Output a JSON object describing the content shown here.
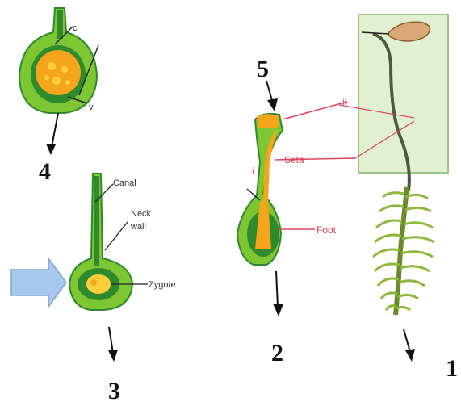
{
  "numbers": {
    "n1": "1",
    "n2": "2",
    "n3": "3",
    "n4": "4",
    "n5": "5"
  },
  "stage4_labels": {
    "c": "c",
    "v": "v"
  },
  "stage3_labels": {
    "canal": "Canal",
    "neck_wall": "Neck\nwall",
    "zygote": "Zygote"
  },
  "stage2_labels": {
    "i": "i",
    "seta": "Seta",
    "foot": "Foot",
    "ii": "ii"
  },
  "colors": {
    "green_light": "#7dc832",
    "green_dark": "#2f8a2e",
    "orange": "#f5a51c",
    "yellow": "#f9d03a",
    "pink_line": "#e0405a",
    "arrow_blue": "#a9c8ee",
    "panel_green": "#cde7b2"
  }
}
